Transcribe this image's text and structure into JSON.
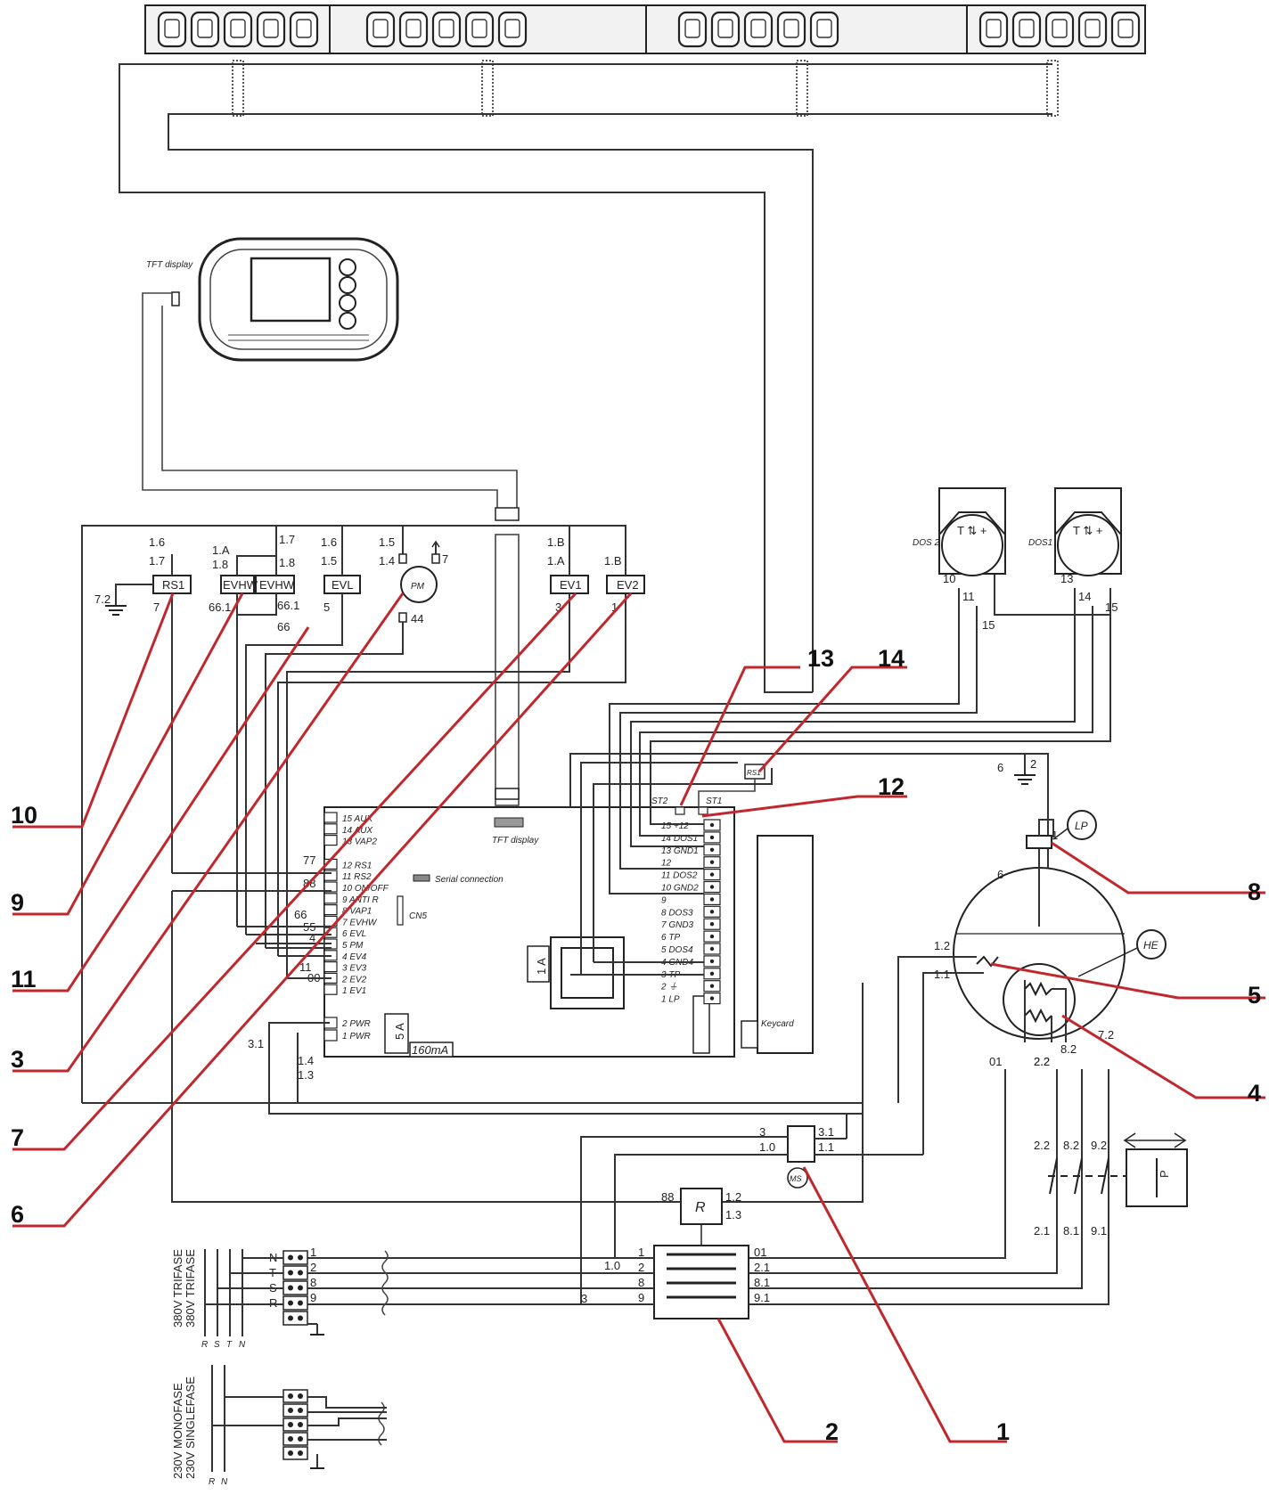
{
  "displays": {
    "tft_label": "TFT display",
    "serial_connection": "Serial connection",
    "keycard": "Keycard"
  },
  "callouts": [
    "1",
    "2",
    "3",
    "4",
    "5",
    "6",
    "7",
    "8",
    "9",
    "10",
    "11",
    "12",
    "13",
    "14"
  ],
  "top_components": [
    "RS1",
    "EVHW",
    "EVHW",
    "EVL",
    "PM",
    "EV1",
    "EV2"
  ],
  "wire_labels_top": {
    "rs1": [
      "1.6",
      "1.7",
      "7.2",
      "7"
    ],
    "evhw": [
      "1.A",
      "1.8",
      "1.7",
      "1.8",
      "66.1",
      "66.1",
      "66"
    ],
    "evl": [
      "1.6",
      "1.5",
      "5"
    ],
    "pm": [
      "1.5",
      "1.4",
      "7",
      "44"
    ],
    "ev1": [
      "1.B",
      "1.A",
      "3"
    ],
    "ev2": [
      "1.B",
      "1"
    ]
  },
  "board_left_terminals": [
    "15 AUX",
    "14 AUX",
    "13 VAP2",
    "12 RS1",
    "11 RS2",
    "10 ON/OFF",
    "9 ANTI R",
    "8 VAP1",
    "7 EVHW",
    "6 EVL",
    "5 PM",
    "4 EV4",
    "3 EV3",
    "2 EV2",
    "1 EV1"
  ],
  "board_left_wires": [
    "77",
    "88",
    "66",
    "55",
    "4",
    "11",
    "00"
  ],
  "board_right_terminals": [
    "15 +12",
    "14 DOS1",
    "13 GND1",
    "12",
    "11 DOS2",
    "10 GND2",
    "9",
    "8 DOS3",
    "7 GND3",
    "6 TP",
    "5 DOS4",
    "4 GND4",
    "3 TP",
    "2 ⏚",
    "1 LP"
  ],
  "power_terminals": [
    "2 PWR",
    "1 PWR"
  ],
  "fuses": [
    "5 A",
    "160mA",
    "1 A"
  ],
  "st_labels": [
    "ST2",
    "ST1",
    "RS1",
    "CN5"
  ],
  "dosers": [
    "DOS 2",
    "DOS1"
  ],
  "doser_wires": [
    "10",
    "11",
    "15",
    "13",
    "14",
    "15"
  ],
  "boiler": {
    "lp": "LP",
    "he": "HE",
    "wires": [
      "6",
      "2",
      "1",
      "6",
      "1.2",
      "1.1",
      "7.2",
      "2.2",
      "8.2",
      "01",
      "2.2"
    ]
  },
  "pressure": {
    "wires_top": [
      "2.2",
      "8.2",
      "9.2"
    ],
    "wires_bottom": [
      "2.1",
      "8.1",
      "9.1"
    ],
    "label": "P"
  },
  "ms": {
    "label": "MS",
    "wires": [
      "3",
      "1.0",
      "3.1",
      "1.1"
    ]
  },
  "relay": {
    "label": "R",
    "wires": [
      "88",
      "1.2",
      "1.3"
    ]
  },
  "contactor": {
    "left": [
      "1",
      "2",
      "8",
      "9"
    ],
    "right": [
      "01",
      "2.1",
      "8.1",
      "9.1"
    ],
    "extra": [
      "1.0",
      "3"
    ]
  },
  "mains_terminals": [
    "N",
    "T",
    "S",
    "R"
  ],
  "mains_wires": [
    "1",
    "2",
    "8",
    "9"
  ],
  "supply_three": [
    "380V TRIFASE",
    "380V TRIFASE"
  ],
  "supply_single": [
    "230V MONOFASE",
    "230V SINGLEFASE"
  ],
  "supply_bottom_three": [
    "R",
    "S",
    "T",
    "N"
  ],
  "supply_bottom_single": [
    "R",
    "N"
  ],
  "misc_wires": [
    "3.1",
    "1.4",
    "1.3"
  ]
}
